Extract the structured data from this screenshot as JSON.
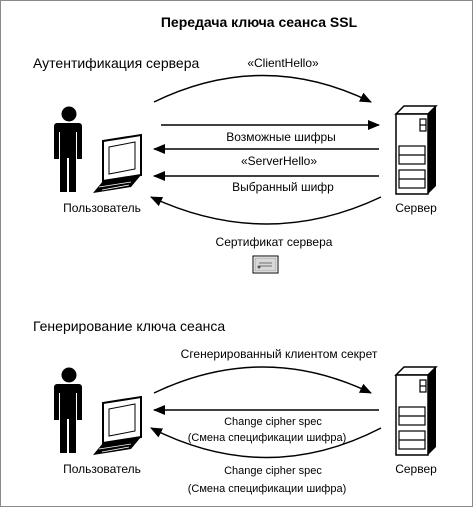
{
  "title": "Передача ключа сеанса SSL",
  "section1": {
    "heading": "Аутентификация сервера",
    "user_label": "Пользователь",
    "server_label": "Сервер",
    "messages": [
      "«ClientHello»",
      "Возможные шифры",
      "«ServerHello»",
      "Выбранный шифр"
    ],
    "certificate_label": "Сертификат сервера"
  },
  "section2": {
    "heading": "Генерирование ключа сеанса",
    "user_label": "Пользователь",
    "server_label": "Сервер",
    "secret_label": "Сгенерированный клиентом секрет",
    "server_change_line1": "Change cipher spec",
    "server_change_line2": "(Смена спецификации шифра)",
    "client_change_line1": "Change cipher spec",
    "client_change_line2": "(Смена спецификации шифра)"
  },
  "icons": [
    "person-icon",
    "laptop-icon",
    "server-icon",
    "certificate-icon"
  ]
}
